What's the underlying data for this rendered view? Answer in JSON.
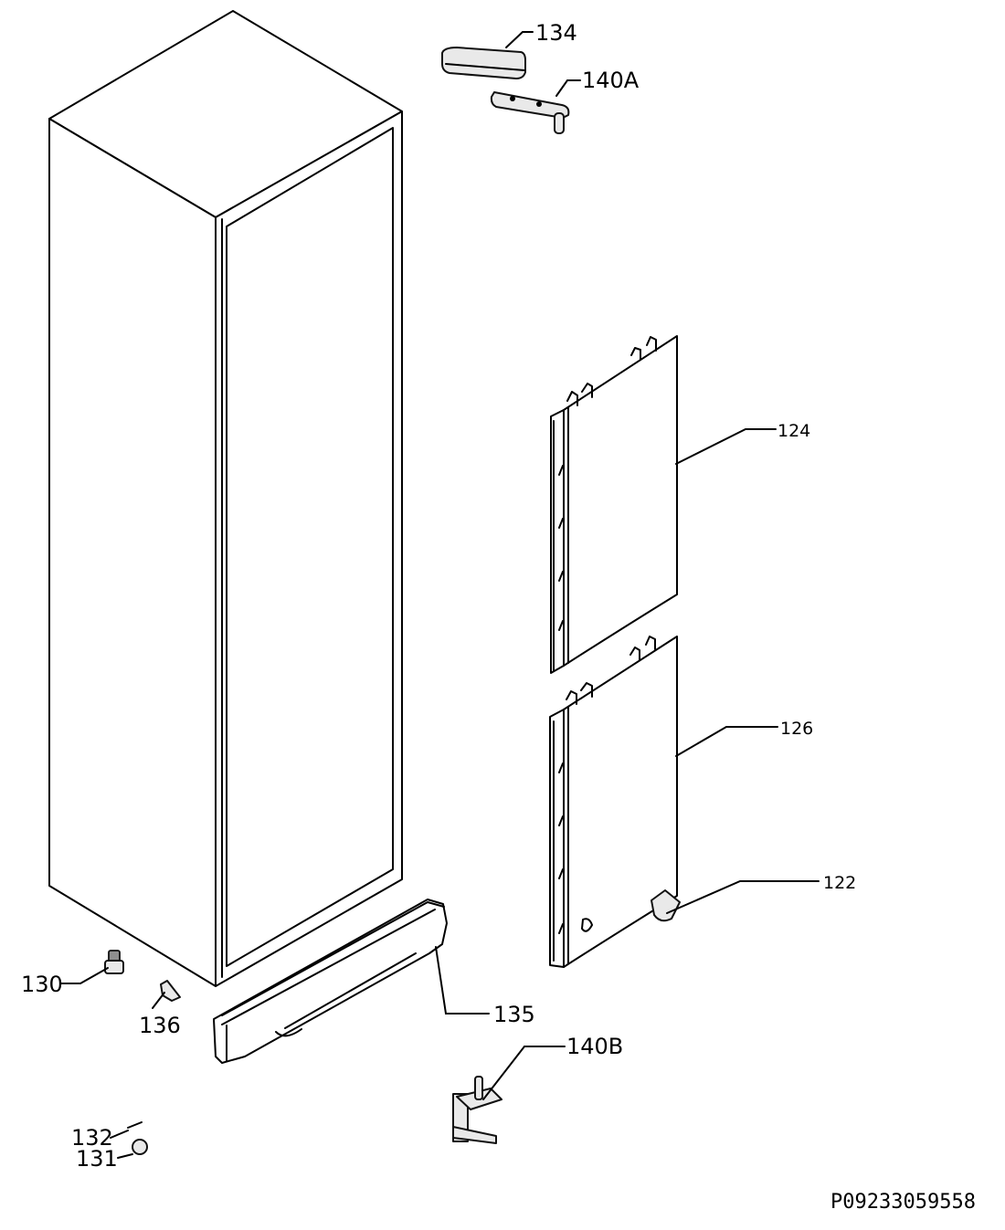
{
  "labels": {
    "part_134": "134",
    "part_140a": "140A",
    "part_124": "124",
    "part_126": "126",
    "part_122": "122",
    "part_130": "130",
    "part_136": "136",
    "part_135": "135",
    "part_140b": "140B",
    "part_132": "132",
    "part_131": "131"
  },
  "drawing_code": "P09233059558"
}
